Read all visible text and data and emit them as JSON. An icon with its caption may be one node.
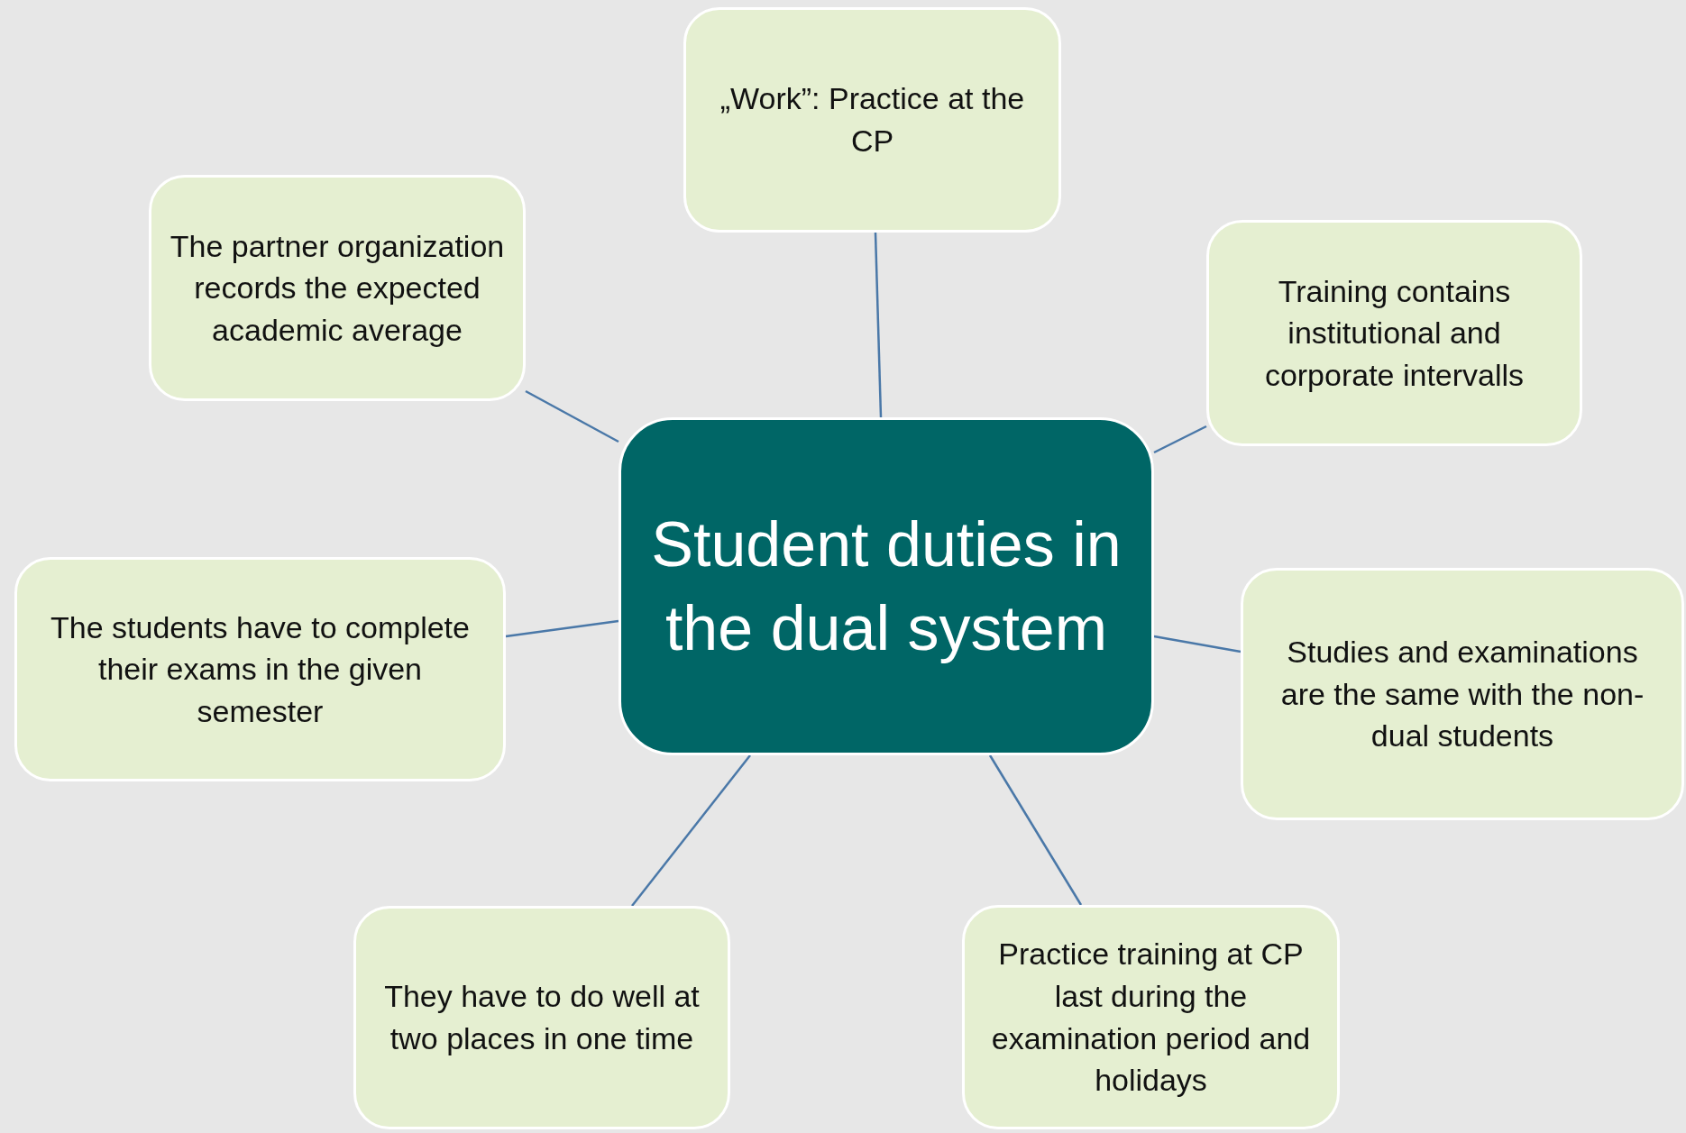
{
  "diagram": {
    "nodes": [
      {
        "text": [
          "„Work”: Practice at the CP"
        ]
      },
      {
        "text": [
          "The partner organization records the expected academic average"
        ]
      },
      {
        "text": [
          "Training contains institutional and corporate intervalls"
        ]
      },
      {
        "text": [
          "Student duties in the dual system"
        ]
      },
      {
        "text": [
          "The students have to complete their exams in the given semester"
        ]
      },
      {
        "text": [
          "Studies and examinations are the same with the non-dual students"
        ]
      },
      {
        "text": [
          "They have to do well at two places in one time"
        ]
      },
      {
        "text": [
          "Practice training at CP last during the examination period and holidays"
        ]
      }
    ],
    "edges": [
      {
        "from": 3,
        "to": 0,
        "arrow": "none"
      },
      {
        "from": 3,
        "to": 1,
        "arrow": "none"
      },
      {
        "from": 3,
        "to": 2,
        "arrow": "none"
      },
      {
        "from": 3,
        "to": 4,
        "arrow": "none"
      },
      {
        "from": 3,
        "to": 5,
        "arrow": "none"
      },
      {
        "from": 3,
        "to": 6,
        "arrow": "none"
      },
      {
        "from": 3,
        "to": 7,
        "arrow": "none"
      }
    ]
  }
}
